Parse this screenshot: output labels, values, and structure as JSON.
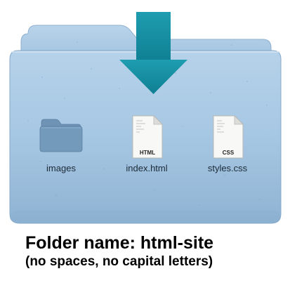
{
  "folder": {
    "color": "#a9c9e4",
    "items": [
      {
        "label": "images",
        "kind": "folder",
        "icon": "folder-icon"
      },
      {
        "label": "index.html",
        "kind": "file",
        "tag": "HTML",
        "icon": "html-file-icon"
      },
      {
        "label": "styles.css",
        "kind": "file",
        "tag": "CSS",
        "icon": "css-file-icon"
      }
    ]
  },
  "arrow": {
    "icon": "down-arrow-icon",
    "color": "#1a8ea0"
  },
  "caption": {
    "headline": "Folder name: html-site",
    "subline": "(no spaces, no capital letters)"
  }
}
